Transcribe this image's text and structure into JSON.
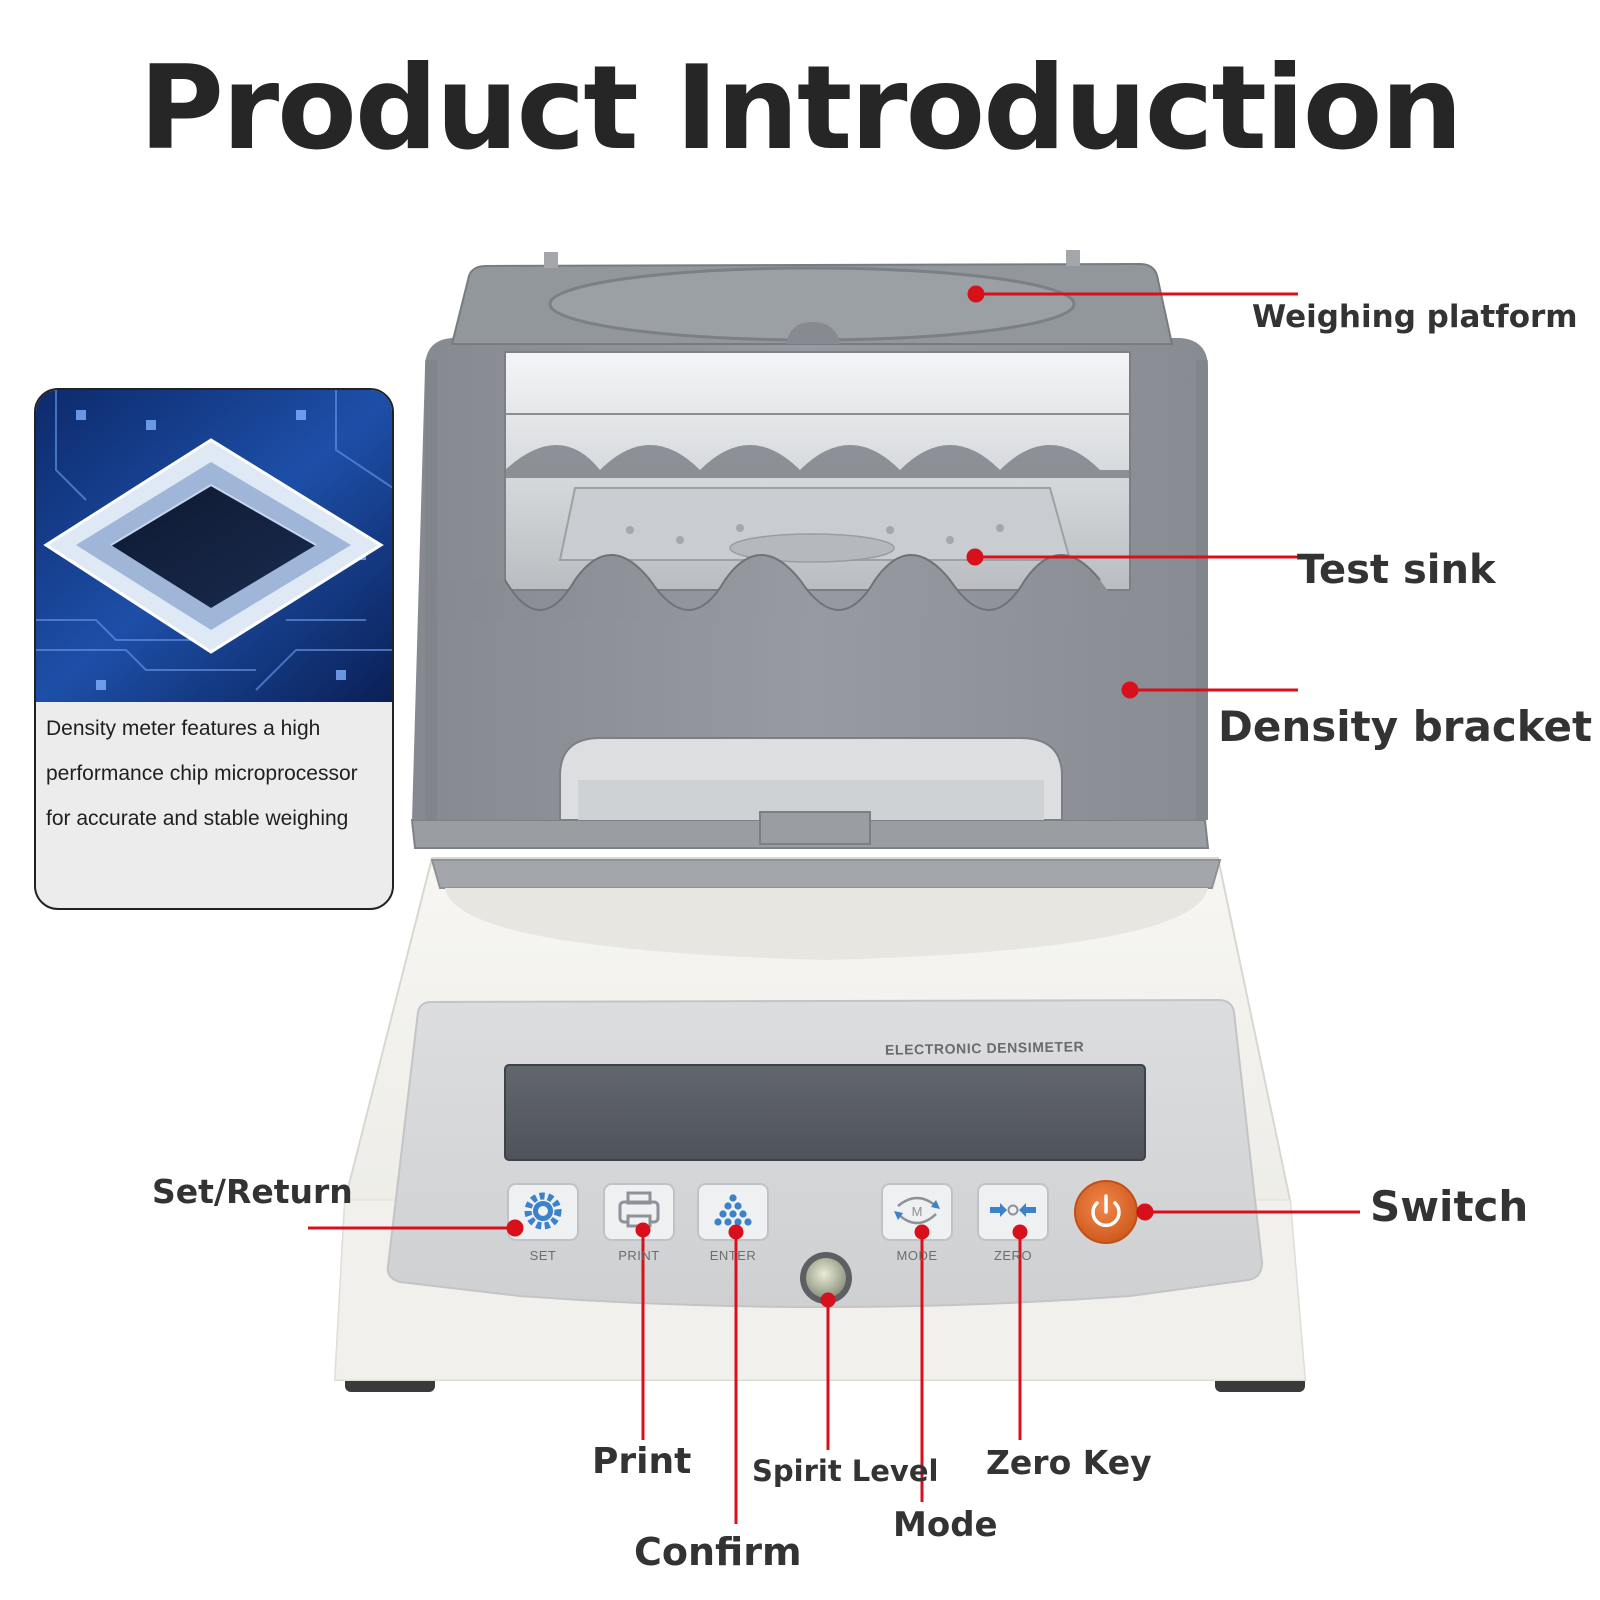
{
  "title": "Product Introduction",
  "info_card": {
    "lines": [
      "Density meter features a high",
      "performance chip microprocessor",
      "for accurate and stable weighing"
    ]
  },
  "device": {
    "panel_label": "ELECTRONIC DENSIMETER",
    "keys": {
      "set": "SET",
      "print": "PRINT",
      "enter": "ENTER",
      "mode": "MODE",
      "zero": "ZERO",
      "mode_icon_letter": "M"
    }
  },
  "callouts": {
    "weighing_platform": "Weighing platform",
    "test_sink": "Test sink",
    "density_bracket": "Density bracket",
    "set_return": "Set/Return",
    "switch": "Switch",
    "print": "Print",
    "spirit_level": "Spirit Level",
    "zero_key": "Zero Key",
    "mode": "Mode",
    "confirm": "Confirm"
  },
  "colors": {
    "callout_red": "#d8101c",
    "bracket_gray": "#8e9399",
    "body_white": "#f3f2ee",
    "panel_gray": "#d4d5d6",
    "key_blue": "#3b82c8",
    "power_orange": "#e2692a"
  }
}
